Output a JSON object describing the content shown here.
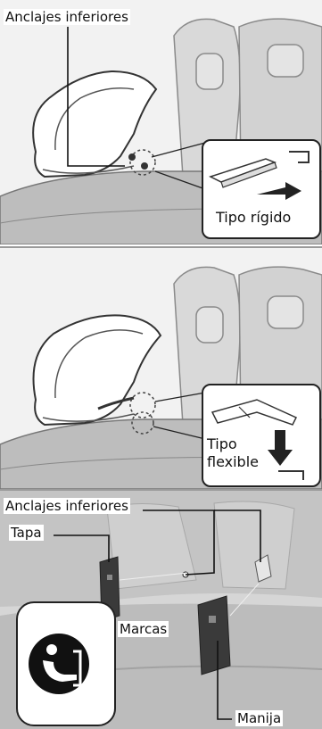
{
  "panel_top": {
    "label_anchors": "Anclajes inferiores",
    "callout_label": "Tipo rígido"
  },
  "panel_middle": {
    "callout_label_line1": "Tipo",
    "callout_label_line2": "flexible"
  },
  "panel_bottom": {
    "label_anchors": "Anclajes inferiores",
    "label_cover": "Tapa",
    "label_marks": "Marcas",
    "label_handle": "Manija",
    "icon": "child-seat-anchor-icon"
  }
}
